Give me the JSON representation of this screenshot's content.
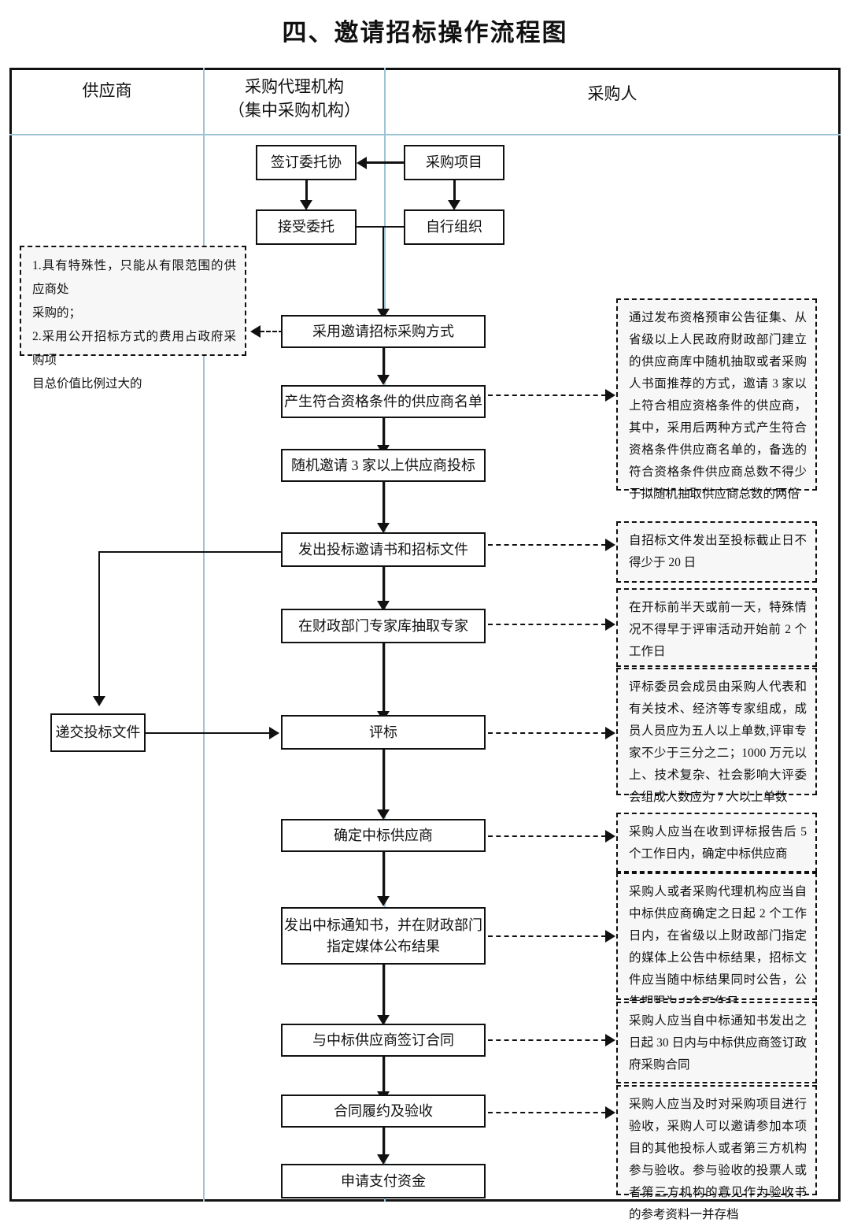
{
  "title": "四、邀请招标操作流程图",
  "lanes": [
    {
      "name": "supplier",
      "label": "供应商",
      "label2": ""
    },
    {
      "name": "procurement-agency",
      "label": "采购代理机构",
      "label2": "（集中采购机构）"
    },
    {
      "name": "purchaser",
      "label": "采购人",
      "label2": ""
    }
  ],
  "boxes": {
    "sign_entrust": "签订委托协",
    "purchase_project": "采购项目",
    "accept_entrust": "接受委托",
    "self_organize": "自行组织",
    "adopt_invitation": "采用邀请招标采购方式",
    "qualified_list": "产生符合资格条件的供应商名单",
    "invite_three": "随机邀请 3 家以上供应商投标",
    "issue_invitation_docs": "发出投标邀请书和招标文件",
    "draw_experts": "在财政部门专家库抽取专家",
    "submit_bid_docs": "递交投标文件",
    "bid_evaluation": "评标",
    "determine_winner": "确定中标供应商",
    "issue_notice_line1": "发出中标通知书，并在财政部门",
    "issue_notice_line2": "指定媒体公布结果",
    "sign_contract": "与中标供应商签订合同",
    "contract_performance": "合同履约及验收",
    "apply_payment": "申请支付资金"
  },
  "notes": {
    "left_conditions_line1": "1.具有特殊性，只能从有限范围的供应商处",
    "left_conditions_line2": "采购的；",
    "left_conditions_line3": "2.采用公开招标方式的费用占政府采购项",
    "left_conditions_line4": "目总价值比例过大的",
    "qualified_list_note": "通过发布资格预审公告征集、从省级以上人民政府财政部门建立的供应商库中随机抽取或者采购人书面推荐的方式，邀请 3 家以上符合相应资格条件的供应商，其中，采用后两种方式产生符合资格条件供应商名单的，备选的符合资格条件供应商总数不得少于拟随机抽取供应商总数的两倍",
    "issue_docs_note": "自招标文件发出至投标截止日不得少于 20 日",
    "draw_experts_note": "在开标前半天或前一天，特殊情况不得早于评审活动开始前 2 个工作日",
    "evaluation_note": "评标委员会成员由采购人代表和有关技术、经济等专家组成，成员人员应为五人以上单数,评审专家不少于三分之二；1000 万元以上、技术复杂、社会影响大评委会组成人数应为 7 人以上单数",
    "determine_winner_note": "采购人应当在收到评标报告后 5 个工作日内，确定中标供应商",
    "issue_notice_note": "采购人或者采购代理机构应当自中标供应商确定之日起 2 个工作日内，在省级以上财政部门指定的媒体上公告中标结果，招标文件应当随中标结果同时公告，公告期限为 1 个工作日",
    "sign_contract_note": "采购人应当自中标通知书发出之日起 30 日内与中标供应商签订政府采购合同",
    "acceptance_note": "采购人应当及时对采购项目进行验收，采购人可以邀请参加本项目的其他投标人或者第三方机构参与验收。参与验收的投票人或者第三方机构的意见作为验收书的参考资料一并存档"
  },
  "colors": {
    "lane_divider": "#9cc3d5",
    "line": "#111111",
    "note_background": "#f7f7f7",
    "page_background": "#ffffff"
  }
}
